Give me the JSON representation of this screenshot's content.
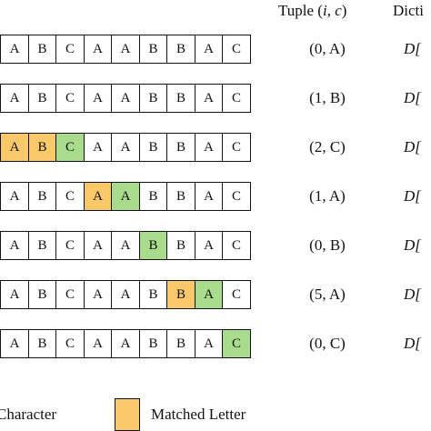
{
  "header": {
    "tuple_label": "Tuple (i, c)",
    "dictionary_label": "Dicti"
  },
  "colors": {
    "matched": "#F9C969",
    "character": "#A9DB8C",
    "plain": "#FFFFFF"
  },
  "rows": [
    {
      "cells": [
        {
          "letter": "A",
          "state": "plain"
        },
        {
          "letter": "B",
          "state": "plain"
        },
        {
          "letter": "C",
          "state": "plain"
        },
        {
          "letter": "A",
          "state": "plain"
        },
        {
          "letter": "A",
          "state": "plain"
        },
        {
          "letter": "B",
          "state": "plain"
        },
        {
          "letter": "B",
          "state": "plain"
        },
        {
          "letter": "A",
          "state": "plain"
        },
        {
          "letter": "C",
          "state": "plain"
        }
      ],
      "tuple": "(0, A)",
      "dict": "D["
    },
    {
      "cells": [
        {
          "letter": "A",
          "state": "plain"
        },
        {
          "letter": "B",
          "state": "plain"
        },
        {
          "letter": "C",
          "state": "plain"
        },
        {
          "letter": "A",
          "state": "plain"
        },
        {
          "letter": "A",
          "state": "plain"
        },
        {
          "letter": "B",
          "state": "plain"
        },
        {
          "letter": "B",
          "state": "plain"
        },
        {
          "letter": "A",
          "state": "plain"
        },
        {
          "letter": "C",
          "state": "plain"
        }
      ],
      "tuple": "(1, B)",
      "dict": "D["
    },
    {
      "cells": [
        {
          "letter": "A",
          "state": "matched"
        },
        {
          "letter": "B",
          "state": "matched"
        },
        {
          "letter": "C",
          "state": "character"
        },
        {
          "letter": "A",
          "state": "plain"
        },
        {
          "letter": "A",
          "state": "plain"
        },
        {
          "letter": "B",
          "state": "plain"
        },
        {
          "letter": "B",
          "state": "plain"
        },
        {
          "letter": "A",
          "state": "plain"
        },
        {
          "letter": "C",
          "state": "plain"
        }
      ],
      "tuple": "(2, C)",
      "dict": "D["
    },
    {
      "cells": [
        {
          "letter": "A",
          "state": "plain"
        },
        {
          "letter": "B",
          "state": "plain"
        },
        {
          "letter": "C",
          "state": "plain"
        },
        {
          "letter": "A",
          "state": "matched"
        },
        {
          "letter": "A",
          "state": "character"
        },
        {
          "letter": "B",
          "state": "plain"
        },
        {
          "letter": "B",
          "state": "plain"
        },
        {
          "letter": "A",
          "state": "plain"
        },
        {
          "letter": "C",
          "state": "plain"
        }
      ],
      "tuple": "(1, A)",
      "dict": "D["
    },
    {
      "cells": [
        {
          "letter": "A",
          "state": "plain"
        },
        {
          "letter": "B",
          "state": "plain"
        },
        {
          "letter": "C",
          "state": "plain"
        },
        {
          "letter": "A",
          "state": "plain"
        },
        {
          "letter": "A",
          "state": "plain"
        },
        {
          "letter": "B",
          "state": "character"
        },
        {
          "letter": "B",
          "state": "plain"
        },
        {
          "letter": "A",
          "state": "plain"
        },
        {
          "letter": "C",
          "state": "plain"
        }
      ],
      "tuple": "(0, B)",
      "dict": "D["
    },
    {
      "cells": [
        {
          "letter": "A",
          "state": "plain"
        },
        {
          "letter": "B",
          "state": "plain"
        },
        {
          "letter": "C",
          "state": "plain"
        },
        {
          "letter": "A",
          "state": "plain"
        },
        {
          "letter": "A",
          "state": "plain"
        },
        {
          "letter": "B",
          "state": "plain"
        },
        {
          "letter": "B",
          "state": "matched"
        },
        {
          "letter": "A",
          "state": "character"
        },
        {
          "letter": "C",
          "state": "plain"
        }
      ],
      "tuple": "(5, A)",
      "dict": "D["
    },
    {
      "cells": [
        {
          "letter": "A",
          "state": "plain"
        },
        {
          "letter": "B",
          "state": "plain"
        },
        {
          "letter": "C",
          "state": "plain"
        },
        {
          "letter": "A",
          "state": "plain"
        },
        {
          "letter": "A",
          "state": "plain"
        },
        {
          "letter": "B",
          "state": "plain"
        },
        {
          "letter": "B",
          "state": "plain"
        },
        {
          "letter": "A",
          "state": "plain"
        },
        {
          "letter": "C",
          "state": "character"
        }
      ],
      "tuple": "(0, C)",
      "dict": "D["
    }
  ],
  "legend": {
    "character_label": "Character",
    "matched_label": "Matched Letter"
  }
}
